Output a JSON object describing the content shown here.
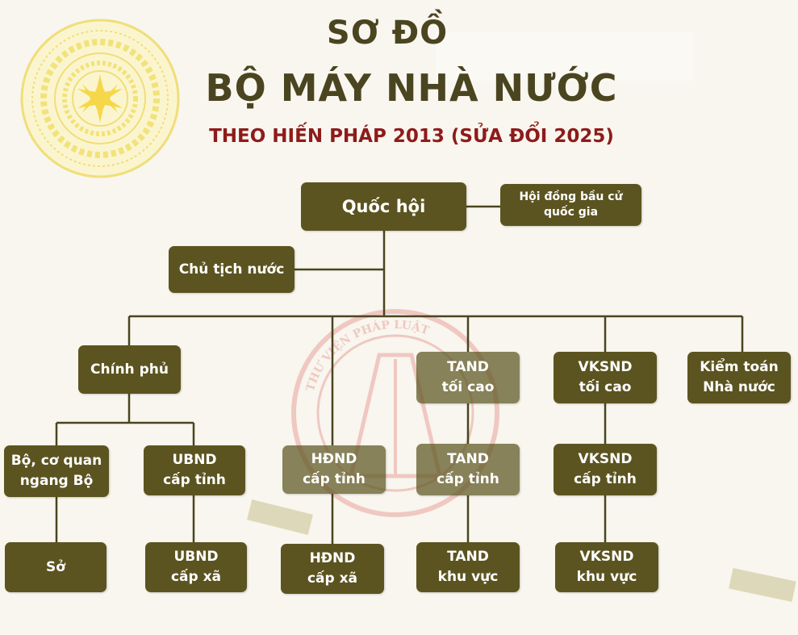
{
  "header": {
    "title_line1": "SƠ ĐỒ",
    "title_line2": "BỘ MÁY NHÀ NƯỚC",
    "subtitle": "THEO HIẾN PHÁP 2013 (SỬA ĐỔI 2025)"
  },
  "nodes": {
    "quoc_hoi": "Quốc hội",
    "hoi_dong_bau_cu": "Hội đồng bầu cử\nquốc gia",
    "chu_tich_nuoc": "Chủ tịch nước",
    "chinh_phu": "Chính phủ",
    "tand_toi_cao": "TAND\ntối cao",
    "vksnd_toi_cao": "VKSND\ntối cao",
    "kiem_toan": "Kiểm toán\nNhà nước",
    "bo_co_quan": "Bộ, cơ quan\nngang Bộ",
    "ubnd_tinh": "UBND\ncấp tỉnh",
    "hdnd_tinh": "HĐND\ncấp tỉnh",
    "tand_tinh": "TAND\ncấp tỉnh",
    "vksnd_tinh": "VKSND\ncấp tỉnh",
    "so": "Sở",
    "ubnd_xa": "UBND\ncấp xã",
    "hdnd_xa": "HĐND\ncấp xã",
    "tand_khu_vuc": "TAND\nkhu vực",
    "vksnd_khu_vuc": "VKSND\nkhu vực"
  },
  "watermark": {
    "text": "THƯ VIỆN PHÁP LUẬT"
  },
  "colors": {
    "box": "#5c5420",
    "title": "#4a4520",
    "subtitle": "#8e1b1b",
    "background": "#f8f6ee",
    "emblem": "#f2e27a"
  }
}
